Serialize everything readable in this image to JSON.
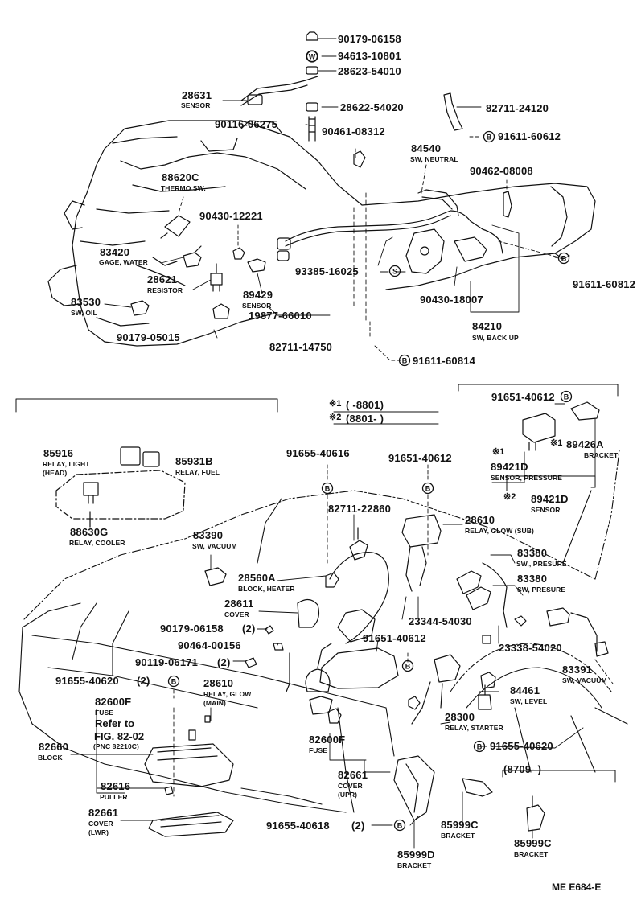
{
  "labels": {
    "p90179_06158_top": "90179-06158",
    "p94613_10801": "94613-10801",
    "p28623_54010": "28623-54010",
    "p28631": "28631",
    "d_sensor_28631": "SENSOR",
    "p28622_54020": "28622-54020",
    "p82711_24120": "82711-24120",
    "p90116_06275": "90116-06275",
    "p90461_08312": "90461-08312",
    "p91611_60612": "91611-60612",
    "p84540": "84540",
    "d_sw_neutral": "SW, NEUTRAL",
    "p88620c": "88620C",
    "d_thermo_sw": "THERMO SW.",
    "p90462_08008": "90462-08008",
    "p90430_12221": "90430-12221",
    "p83420": "83420",
    "d_gage_water": "GAGE, WATER",
    "p93385_16025": "93385-16025",
    "p91611_60812": "91611-60812",
    "p28621": "28621",
    "d_resistor": "RESISTOR",
    "p89429": "89429",
    "d_sensor_89429": "SENSOR",
    "p90430_18007": "90430-18007",
    "p83530": "83530",
    "d_sw_oil": "SW, OIL",
    "p19877_66010": "19877-66010",
    "p84210": "84210",
    "d_sw_backup": "SW, BACK UP",
    "p90179_05015": "90179-05015",
    "p82711_14750": "82711-14750",
    "p91611_60814": "91611-60814",
    "note1_mark": "※1",
    "note1_text": "(      -8801)",
    "note2_mark": "※2",
    "note2_text": "(8801-        )",
    "p91651_40612_a": "91651-40612",
    "p85916": "85916",
    "d_relay_light": "RELAY, LIGHT",
    "d_head": "(HEAD)",
    "p85931b": "85931B",
    "d_relay_fuel": "RELAY, FUEL",
    "p91655_40616_top": "91655-40616",
    "p91651_40612_b": "91651-40612",
    "note_x1_a": "※1",
    "p89426a": "89426A",
    "d_bracket_89426a": "BRACKET",
    "note_x1_b": "※1",
    "p89421d_1": "89421D",
    "d_sensor_pressure": "SENSOR, PRESSURE",
    "note_x2": "※2",
    "p89421d_2": "89421D",
    "d_sensor_89421d": "SENSOR",
    "p88630g": "88630G",
    "d_relay_cooler": "RELAY, COOLER",
    "p82711_22860": "82711-22860",
    "p28610_sub": "28610",
    "d_relay_glow_sub": "RELAY, GLOW (SUB)",
    "p83390": "83390",
    "d_sw_vacuum_83390": "SW, VACUUM",
    "p83380_a": "83380",
    "d_sw_presure_a": "SW,, PRESURE",
    "p28560a": "28560A",
    "d_block_heater": "BLOCK, HEATER",
    "p83380_b": "83380",
    "d_sw_presure_b": "SW, PRESURE",
    "p28611": "28611",
    "d_cover_28611": "COVER",
    "p23344_54030": "23344-54030",
    "p90179_06158_b": "90179-06158",
    "qty_90179_06158": "(2)",
    "p90464_00156": "90464-00156",
    "p91651_40612_c": "91651-40612",
    "p23338_54020": "23338-54020",
    "p90119_06171": "90119-06171",
    "qty_90119_06171": "(2)",
    "p83391": "83391",
    "d_sw_vacuum_83391": "SW, VACUUM",
    "p91655_40620_a": "91655-40620",
    "qty_91655_40620": "(2)",
    "p28610_main": "28610",
    "d_relay_glow": "RELAY, GLOW",
    "d_main": "(MAIN)",
    "p84461": "84461",
    "d_sw_level": "SW, LEVEL",
    "p82600f_a": "82600F",
    "d_fuse_a": "FUSE",
    "refer_to": "Refer to",
    "refer_fig": "FIG. 82-02",
    "refer_pnc": "(PNC 82210C)",
    "p28300": "28300",
    "d_relay_starter": "RELAY, STARTER",
    "p82600f_b": "82600F",
    "d_fuse_b": "FUSE",
    "p91655_40620_b": "91655-40620",
    "p82660": "82660",
    "d_block": "BLOCK",
    "p82661_upr": "82661",
    "d_cover_upr": "COVER",
    "d_upr": "(UPR)",
    "date_8709": "(8709-        )",
    "p82616": "82616",
    "d_puller": "PULLER",
    "p82661_lwr": "82661",
    "d_cover_lwr": "COVER",
    "d_lwr": "(LWR)",
    "p91655_40618": "91655-40618",
    "qty_91655_40618": "(2)",
    "p85999c_a": "85999C",
    "d_bracket_a": "BRACKET",
    "p85999c_b": "85999C",
    "d_bracket_b": "BRACKET",
    "p85999d": "85999D",
    "d_bracket_d": "BRACKET",
    "figure_code": "ME E684-E"
  },
  "symbols": {
    "washer_w": "W",
    "bolt_b": "B",
    "screw_s": "S"
  },
  "colors": {
    "ink": "#111111",
    "paper": "#ffffff"
  },
  "icons": [
    "nut-icon",
    "washer-icon",
    "bolt-marker-icon",
    "screw-marker-icon"
  ]
}
